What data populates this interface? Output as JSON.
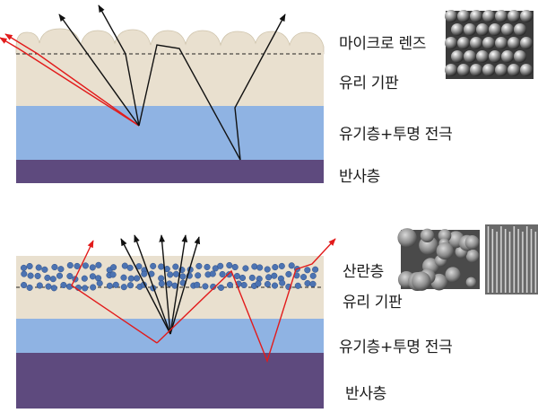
{
  "top_panel": {
    "labels": {
      "micro_lens": "마이크로 렌즈",
      "glass_substrate": "유리 기판",
      "organic_layer": "유기층+투명 전극",
      "reflective_layer": "반사층"
    },
    "photo_icon": "micro-lens-array-photo"
  },
  "bottom_panel": {
    "labels": {
      "scattering_layer": "산란층",
      "glass_substrate": "유리 기판",
      "organic_layer": "유기층+투명 전극",
      "reflective_layer": "반사층"
    },
    "photo_icons": [
      "scattering-particles-photo",
      "nanorod-array-photo"
    ]
  },
  "colors": {
    "glass": "#e9e0cf",
    "organic": "#8fb3e3",
    "reflective": "#5e4a7e",
    "particle": "#4c73b2",
    "ray_red": "#e21b1b",
    "ray_black": "#111111"
  }
}
